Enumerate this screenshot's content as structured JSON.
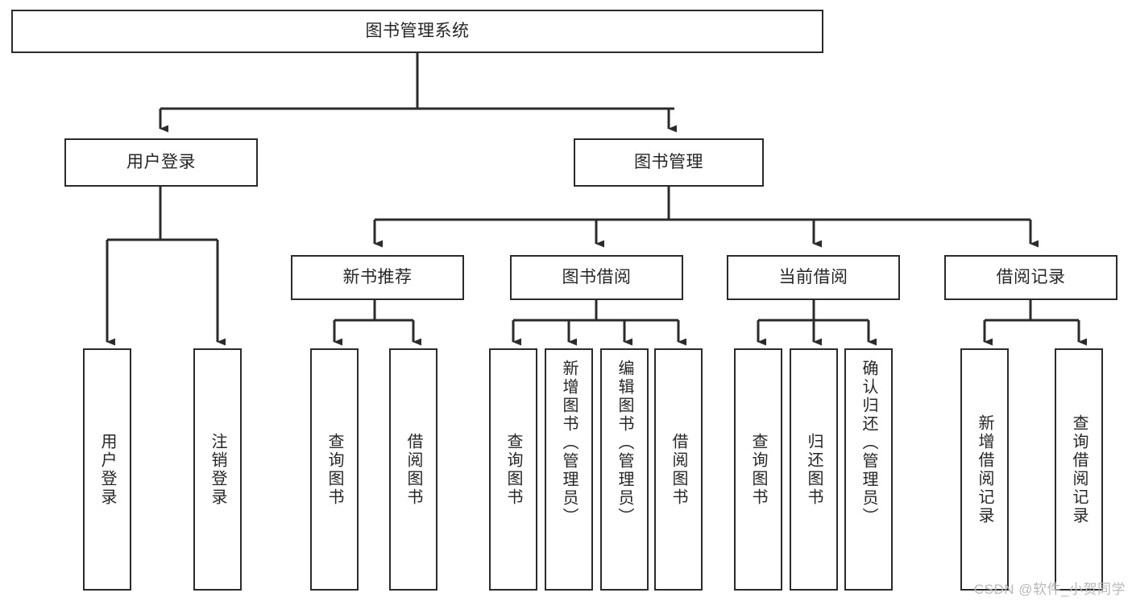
{
  "diagram": {
    "type": "tree",
    "root": {
      "id": "root",
      "label": "图书管理系统"
    },
    "level2": [
      {
        "id": "user-login",
        "label": "用户登录"
      },
      {
        "id": "book-management",
        "label": "图书管理"
      }
    ],
    "level3": [
      {
        "id": "new-book-recommend",
        "label": "新书推荐"
      },
      {
        "id": "book-borrow",
        "label": "图书借阅"
      },
      {
        "id": "current-borrow",
        "label": "当前借阅"
      },
      {
        "id": "borrow-record",
        "label": "借阅记录"
      }
    ],
    "leaves": [
      {
        "id": "leaf-user-login",
        "label": "用户登录",
        "parent": "user-login"
      },
      {
        "id": "leaf-logout",
        "label": "注销登录",
        "parent": "user-login"
      },
      {
        "id": "leaf-query-book-1",
        "label": "查询图书",
        "parent": "new-book-recommend"
      },
      {
        "id": "leaf-borrow-book-1",
        "label": "借阅图书",
        "parent": "new-book-recommend"
      },
      {
        "id": "leaf-query-book-2",
        "label": "查询图书",
        "parent": "book-borrow"
      },
      {
        "id": "leaf-add-book",
        "label": "新增图书（管理员）",
        "parent": "book-borrow"
      },
      {
        "id": "leaf-edit-book",
        "label": "编辑图书（管理员）",
        "parent": "book-borrow"
      },
      {
        "id": "leaf-borrow-book-2",
        "label": "借阅图书",
        "parent": "book-borrow"
      },
      {
        "id": "leaf-query-book-3",
        "label": "查询图书",
        "parent": "current-borrow"
      },
      {
        "id": "leaf-return-book",
        "label": "归还图书",
        "parent": "current-borrow"
      },
      {
        "id": "leaf-confirm-return",
        "label": "确认归还（管理员）",
        "parent": "current-borrow"
      },
      {
        "id": "leaf-add-record",
        "label": "新增借阅记录",
        "parent": "borrow-record"
      },
      {
        "id": "leaf-query-record",
        "label": "查询借阅记录",
        "parent": "borrow-record"
      }
    ],
    "colors": {
      "stroke": "#2b2b2b",
      "fill": "#ffffff",
      "text": "#262626",
      "watermark": "#b8b8b8"
    }
  },
  "watermark": {
    "text": "CSDN @软件_小贺同学"
  }
}
